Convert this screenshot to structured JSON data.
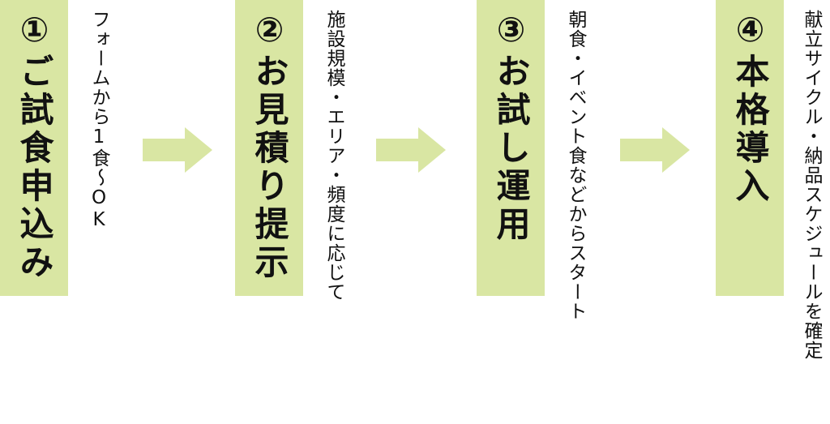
{
  "colors": {
    "box": "#d9e6a3",
    "arrow": "#d9e6a3",
    "text": "#111111"
  },
  "steps": [
    {
      "title": "①ご試食申込み",
      "desc": "フォームから1食〜OK"
    },
    {
      "title": "②お見積り提示",
      "desc": "施設規模・エリア・頻度に応じて"
    },
    {
      "title": "③お試し運用",
      "desc": "朝食・イベント食などからスタート"
    },
    {
      "title": "④本格導入",
      "desc": "献立サイクル・納品スケジュールを確定"
    }
  ]
}
